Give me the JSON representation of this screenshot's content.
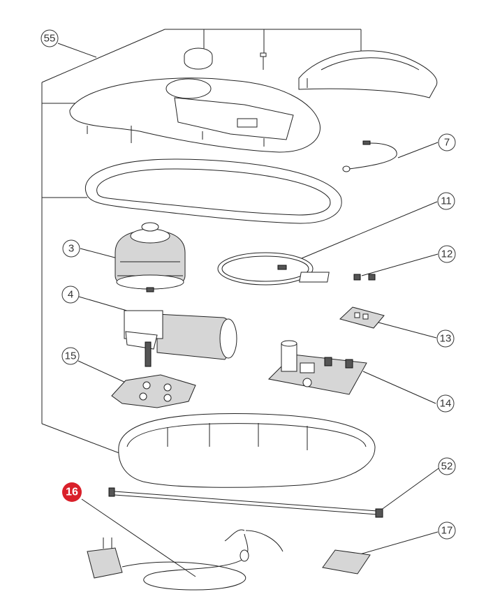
{
  "diagram": {
    "callouts": [
      {
        "id": "c55",
        "label": "55",
        "highlight": false
      },
      {
        "id": "c7",
        "label": "7",
        "highlight": false
      },
      {
        "id": "c11",
        "label": "11",
        "highlight": false
      },
      {
        "id": "c3",
        "label": "3",
        "highlight": false
      },
      {
        "id": "c12",
        "label": "12",
        "highlight": false
      },
      {
        "id": "c4",
        "label": "4",
        "highlight": false
      },
      {
        "id": "c13",
        "label": "13",
        "highlight": false
      },
      {
        "id": "c15",
        "label": "15",
        "highlight": false
      },
      {
        "id": "c14",
        "label": "14",
        "highlight": false
      },
      {
        "id": "c52",
        "label": "52",
        "highlight": false
      },
      {
        "id": "c16",
        "label": "16",
        "highlight": true
      },
      {
        "id": "c17",
        "label": "17",
        "highlight": false
      }
    ],
    "colors": {
      "highlight": "#d9202a",
      "line": "#222222",
      "background": "#ffffff"
    }
  }
}
